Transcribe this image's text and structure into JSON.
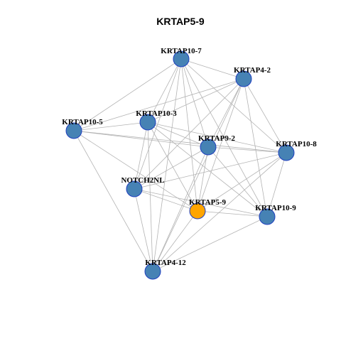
{
  "title": "KRTAP5-9",
  "colors": {
    "node": "#4682b4",
    "focus_node": "#ffa500",
    "node_border": "#1f3fbf",
    "edge": "#b3b3b3"
  },
  "nodes": [
    {
      "id": "KRTAP10-7",
      "label": "KRTAP10-7",
      "focus": false
    },
    {
      "id": "KRTAP4-2",
      "label": "KRTAP4-2",
      "focus": false
    },
    {
      "id": "KRTAP10-5",
      "label": "KRTAP10-5",
      "focus": false
    },
    {
      "id": "KRTAP10-3",
      "label": "KRTAP10-3",
      "focus": false
    },
    {
      "id": "KRTAP9-2",
      "label": "KRTAP9-2",
      "focus": false
    },
    {
      "id": "KRTAP10-8",
      "label": "KRTAP10-8",
      "focus": false
    },
    {
      "id": "NOTCH2NL",
      "label": "NOTCH2NL",
      "focus": false
    },
    {
      "id": "KRTAP5-9",
      "label": "KRTAP5-9",
      "focus": true
    },
    {
      "id": "KRTAP10-9",
      "label": "KRTAP10-9",
      "focus": false
    },
    {
      "id": "KRTAP4-12",
      "label": "KRTAP4-12",
      "focus": false
    }
  ],
  "edges": [
    [
      "KRTAP10-7",
      "KRTAP4-2"
    ],
    [
      "KRTAP10-7",
      "KRTAP10-3"
    ],
    [
      "KRTAP10-7",
      "KRTAP10-5"
    ],
    [
      "KRTAP10-7",
      "KRTAP9-2"
    ],
    [
      "KRTAP10-7",
      "KRTAP10-8"
    ],
    [
      "KRTAP10-7",
      "NOTCH2NL"
    ],
    [
      "KRTAP10-7",
      "KRTAP5-9"
    ],
    [
      "KRTAP10-7",
      "KRTAP10-9"
    ],
    [
      "KRTAP10-7",
      "KRTAP4-12"
    ],
    [
      "KRTAP4-2",
      "KRTAP10-3"
    ],
    [
      "KRTAP4-2",
      "KRTAP10-5"
    ],
    [
      "KRTAP4-2",
      "KRTAP9-2"
    ],
    [
      "KRTAP4-2",
      "KRTAP10-8"
    ],
    [
      "KRTAP4-2",
      "NOTCH2NL"
    ],
    [
      "KRTAP4-2",
      "KRTAP5-9"
    ],
    [
      "KRTAP4-2",
      "KRTAP10-9"
    ],
    [
      "KRTAP4-2",
      "KRTAP4-12"
    ],
    [
      "KRTAP10-5",
      "KRTAP10-3"
    ],
    [
      "KRTAP10-5",
      "KRTAP9-2"
    ],
    [
      "KRTAP10-5",
      "KRTAP10-8"
    ],
    [
      "KRTAP10-5",
      "KRTAP5-9"
    ],
    [
      "KRTAP10-5",
      "KRTAP4-12"
    ],
    [
      "KRTAP10-3",
      "KRTAP9-2"
    ],
    [
      "KRTAP10-3",
      "KRTAP10-8"
    ],
    [
      "KRTAP10-3",
      "NOTCH2NL"
    ],
    [
      "KRTAP10-3",
      "KRTAP5-9"
    ],
    [
      "KRTAP10-3",
      "KRTAP10-9"
    ],
    [
      "KRTAP10-3",
      "KRTAP4-12"
    ],
    [
      "KRTAP9-2",
      "KRTAP10-8"
    ],
    [
      "KRTAP9-2",
      "NOTCH2NL"
    ],
    [
      "KRTAP9-2",
      "KRTAP5-9"
    ],
    [
      "KRTAP9-2",
      "KRTAP10-9"
    ],
    [
      "KRTAP9-2",
      "KRTAP4-12"
    ],
    [
      "KRTAP10-8",
      "NOTCH2NL"
    ],
    [
      "KRTAP10-8",
      "KRTAP5-9"
    ],
    [
      "KRTAP10-8",
      "KRTAP10-9"
    ],
    [
      "KRTAP10-8",
      "KRTAP4-12"
    ],
    [
      "NOTCH2NL",
      "KRTAP5-9"
    ],
    [
      "NOTCH2NL",
      "KRTAP10-9"
    ],
    [
      "NOTCH2NL",
      "KRTAP4-12"
    ],
    [
      "KRTAP5-9",
      "KRTAP10-9"
    ],
    [
      "KRTAP5-9",
      "KRTAP4-12"
    ],
    [
      "KRTAP10-9",
      "KRTAP4-12"
    ]
  ]
}
